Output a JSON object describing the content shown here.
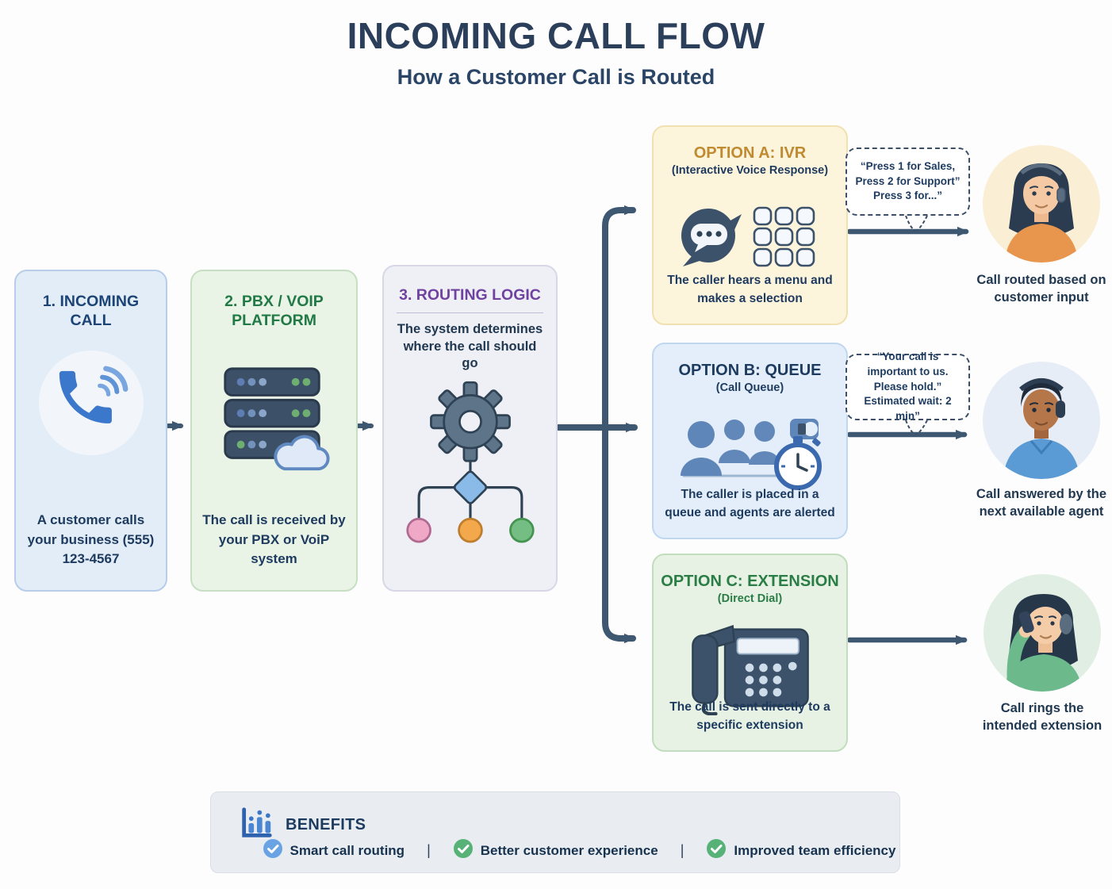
{
  "page": {
    "title": "INCOMING CALL FLOW",
    "subtitle": "How a Customer Call is Routed"
  },
  "steps": [
    {
      "heading": "1. INCOMING CALL",
      "icon": "phone-ringing-icon",
      "description": "A customer calls your business (555) 123-4567"
    },
    {
      "heading": "2. PBX / VOIP PLATFORM",
      "icon": "server-cloud-icon",
      "description": "The call is received by your PBX or VoiP system"
    },
    {
      "heading": "3. ROUTING LOGIC",
      "icon": "gear-decision-tree-icon",
      "description": "The system determines where the call should go"
    }
  ],
  "options": [
    {
      "title": "OPTION A: IVR",
      "subtitle": "(Interactive Voice Response)",
      "icon": "chat-bubble-keypad-icon",
      "description": "The caller hears a menu and makes a selection",
      "speech_bubble": "“Press 1 for Sales, Press 2 for Support” Press 3 for...”",
      "outcome": "Call routed based on customer input",
      "avatar": "female-agent-orange-shirt-headset"
    },
    {
      "title": "OPTION B: QUEUE",
      "subtitle": "(Call Queue)",
      "icon": "queue-people-stopwatch-icon",
      "description": "The caller is placed in a queue and agents are alerted",
      "speech_bubble": "“Your call is important to us. Please hold.” Estimated wait: 2 min”",
      "outcome": "Call answered by the next available agent",
      "avatar": "male-agent-blue-shirt-headset"
    },
    {
      "title": "OPTION C: EXTENSION",
      "subtitle": "(Direct Dial)",
      "icon": "desk-phone-icon",
      "description": "The call is sent directly to a specific extension",
      "outcome": "Call rings the intended extension",
      "avatar": "female-agent-green-shirt-phone"
    }
  ],
  "benefits": {
    "heading": "BENEFITS",
    "icon": "bar-chart-icon",
    "separator": "|",
    "items": [
      "Smart call routing",
      "Better customer experience",
      "Improved team efficiency"
    ]
  },
  "colors": {
    "arrow": "#3e5872",
    "title_text": "#2c3f5a",
    "body_text": "#1d3a5f",
    "step1_bg": "#e3edf8",
    "step1_accent": "#1c4476",
    "step2_bg": "#e9f3e6",
    "step2_accent": "#217a46",
    "step3_bg": "#efeff6",
    "step3_accent": "#6f42a0",
    "optionA_bg": "#fdf4dc",
    "optionA_accent": "#c08a30",
    "optionB_bg": "#e4eefa",
    "optionB_accent": "#1d3a5f",
    "optionC_bg": "#e7f2e4",
    "optionC_accent": "#2b7d46",
    "benefits_bg": "#e9edf2",
    "check_blue": "#6aa3e3",
    "check_green": "#57b277",
    "branch_pink": "#efa9c6",
    "branch_orange": "#f3a84b",
    "branch_green": "#74bd83"
  }
}
